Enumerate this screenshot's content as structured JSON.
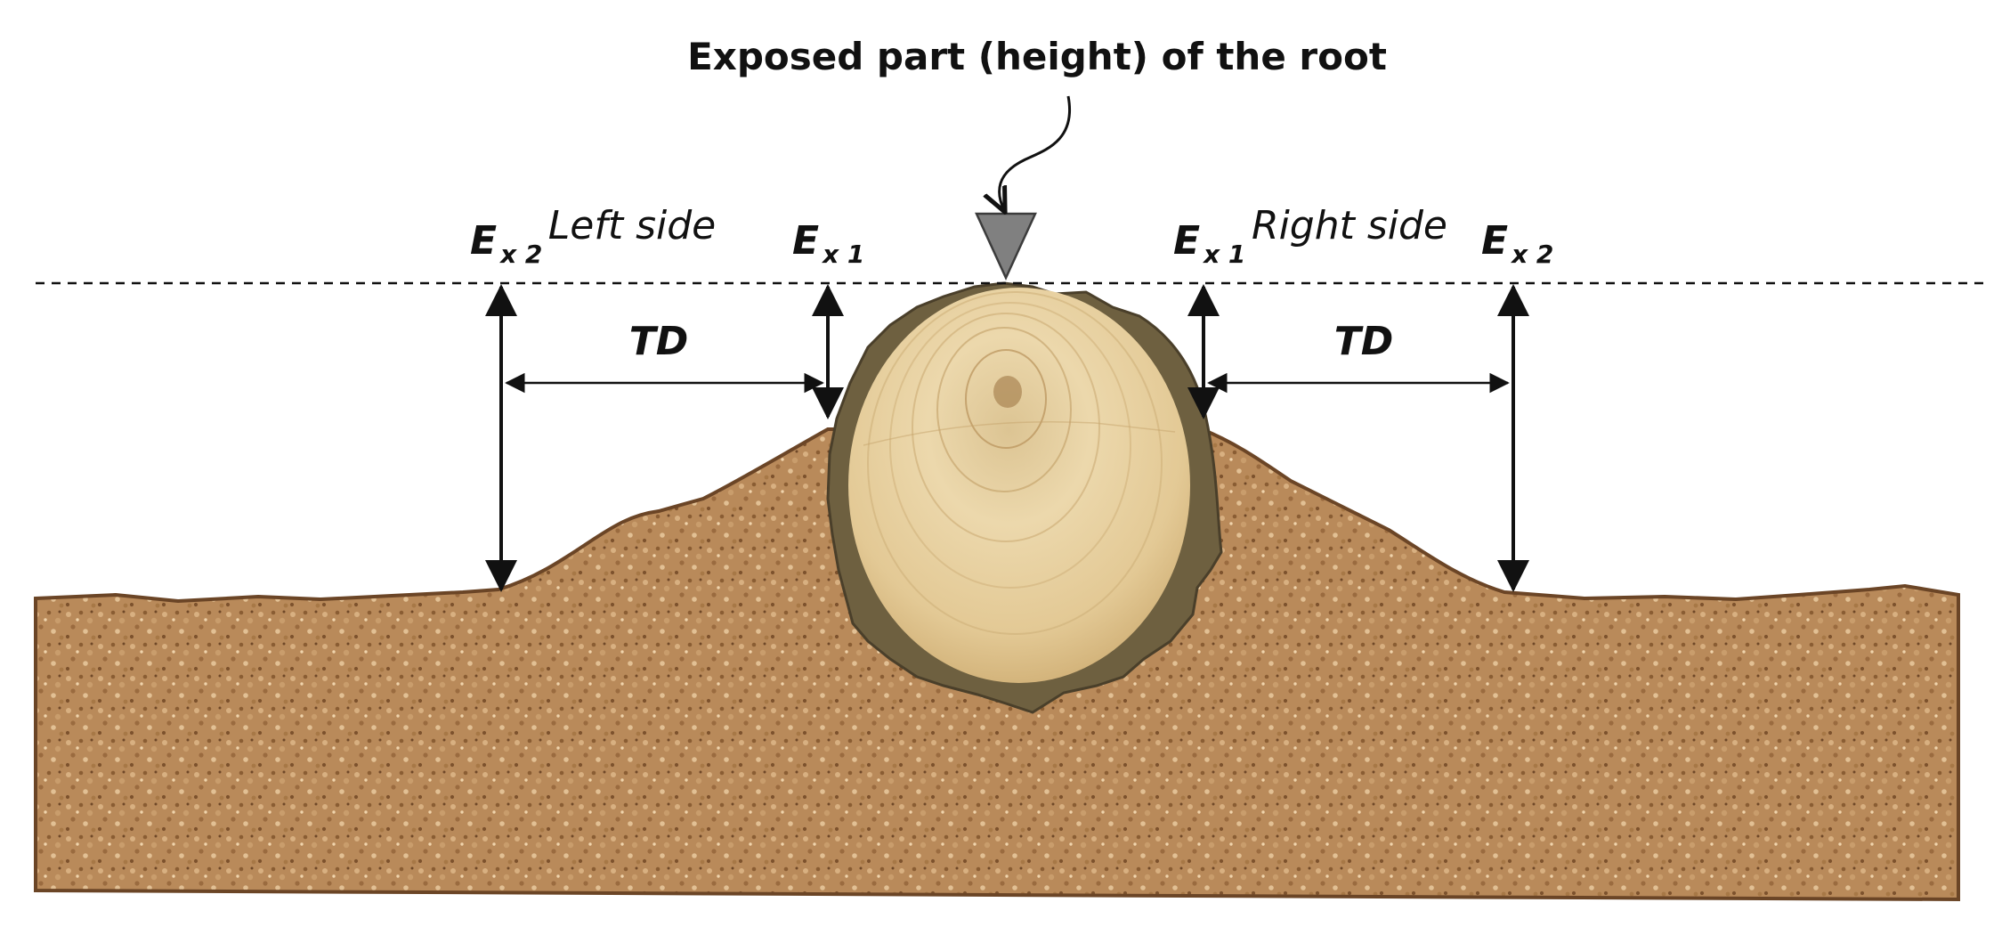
{
  "title": "Exposed part (height) of the root",
  "sides": {
    "left": "Left side",
    "right": "Right side"
  },
  "distance_label": "TD",
  "markers": {
    "left_outer": {
      "main": "E",
      "sub": "x 2"
    },
    "left_inner": {
      "main": "E",
      "sub": "x 1"
    },
    "right_inner": {
      "main": "E",
      "sub": "x 1"
    },
    "right_outer": {
      "main": "E",
      "sub": "x 2"
    }
  },
  "colors": {
    "soil": "#b98a5a",
    "soil_dark": "#8a5d33",
    "soil_edge": "#6b4526",
    "wood": "#e7cf9c",
    "bark": "#6e6040",
    "pointer": "#808080",
    "line": "#111111"
  },
  "icons": {
    "pointer": "downward-triangle-icon",
    "root": "root-cross-section-icon"
  }
}
